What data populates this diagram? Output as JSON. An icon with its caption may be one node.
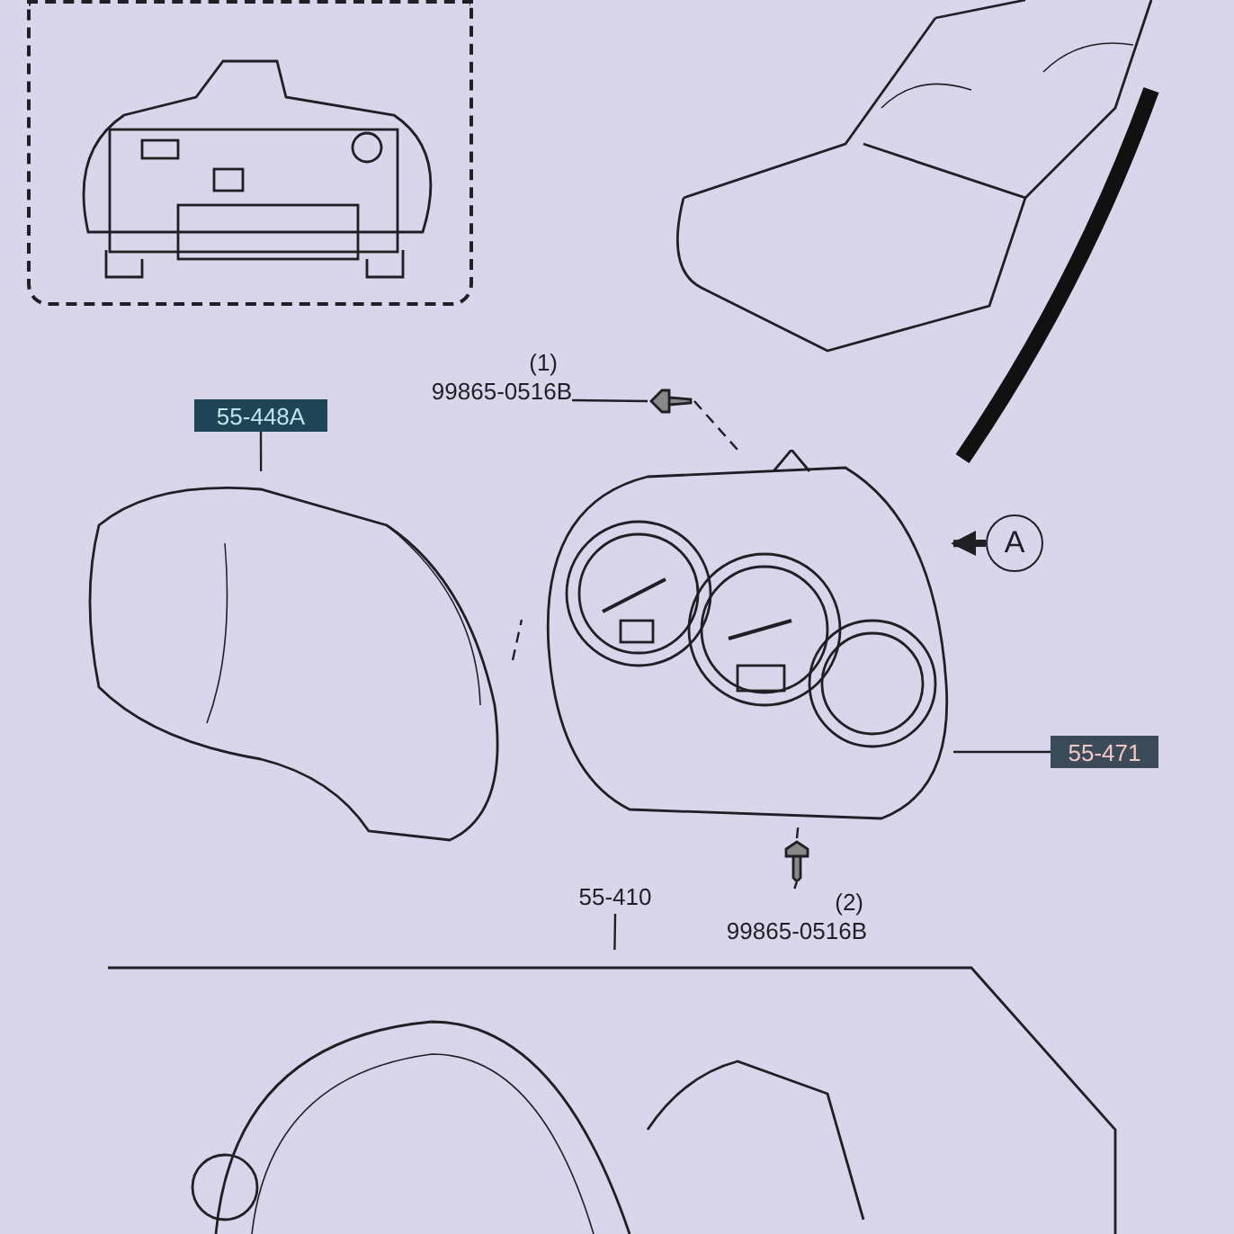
{
  "diagram": {
    "nodes": [
      {
        "text": [],
        "shape": "box"
      },
      {
        "text": [],
        "shape": "picture",
        "in": 0
      },
      {
        "text": [
          "99865-0516B"
        ],
        "beside": [
          "(1)"
        ]
      },
      {
        "text": [],
        "shape": "picture"
      },
      {
        "text": [
          "55-448A"
        ]
      },
      {
        "text": [],
        "shape": "picture"
      },
      {
        "text": [
          "A"
        ]
      },
      {
        "text": [],
        "shape": "picture"
      },
      {
        "text": [
          "55-471"
        ]
      },
      {
        "text": [],
        "shape": "picture"
      },
      {
        "text": [
          "99865-0516B"
        ],
        "beside": [
          "(2)"
        ]
      },
      {
        "text": [
          "55-410"
        ]
      },
      {
        "text": [],
        "shape": "picture"
      }
    ],
    "edges": [
      {
        "from": 2,
        "to": 3,
        "arrow": "none"
      },
      {
        "from": 4,
        "to": 5,
        "arrow": "none"
      },
      {
        "from": 8,
        "to": 7,
        "arrow": "none"
      },
      {
        "from": 10,
        "to": 9,
        "arrow": "none"
      },
      {
        "from": 11,
        "to": 12,
        "arrow": "none"
      },
      {
        "from": 6,
        "to": 7,
        "arrow": "to",
        "style": "thick"
      },
      {
        "from": 3,
        "to": 7,
        "arrow": "none",
        "style": "dashed"
      },
      {
        "from": 9,
        "to": 7,
        "arrow": "none",
        "style": "dashed"
      },
      {
        "from": 5,
        "to": 7,
        "arrow": "none",
        "style": "dashed"
      }
    ]
  }
}
